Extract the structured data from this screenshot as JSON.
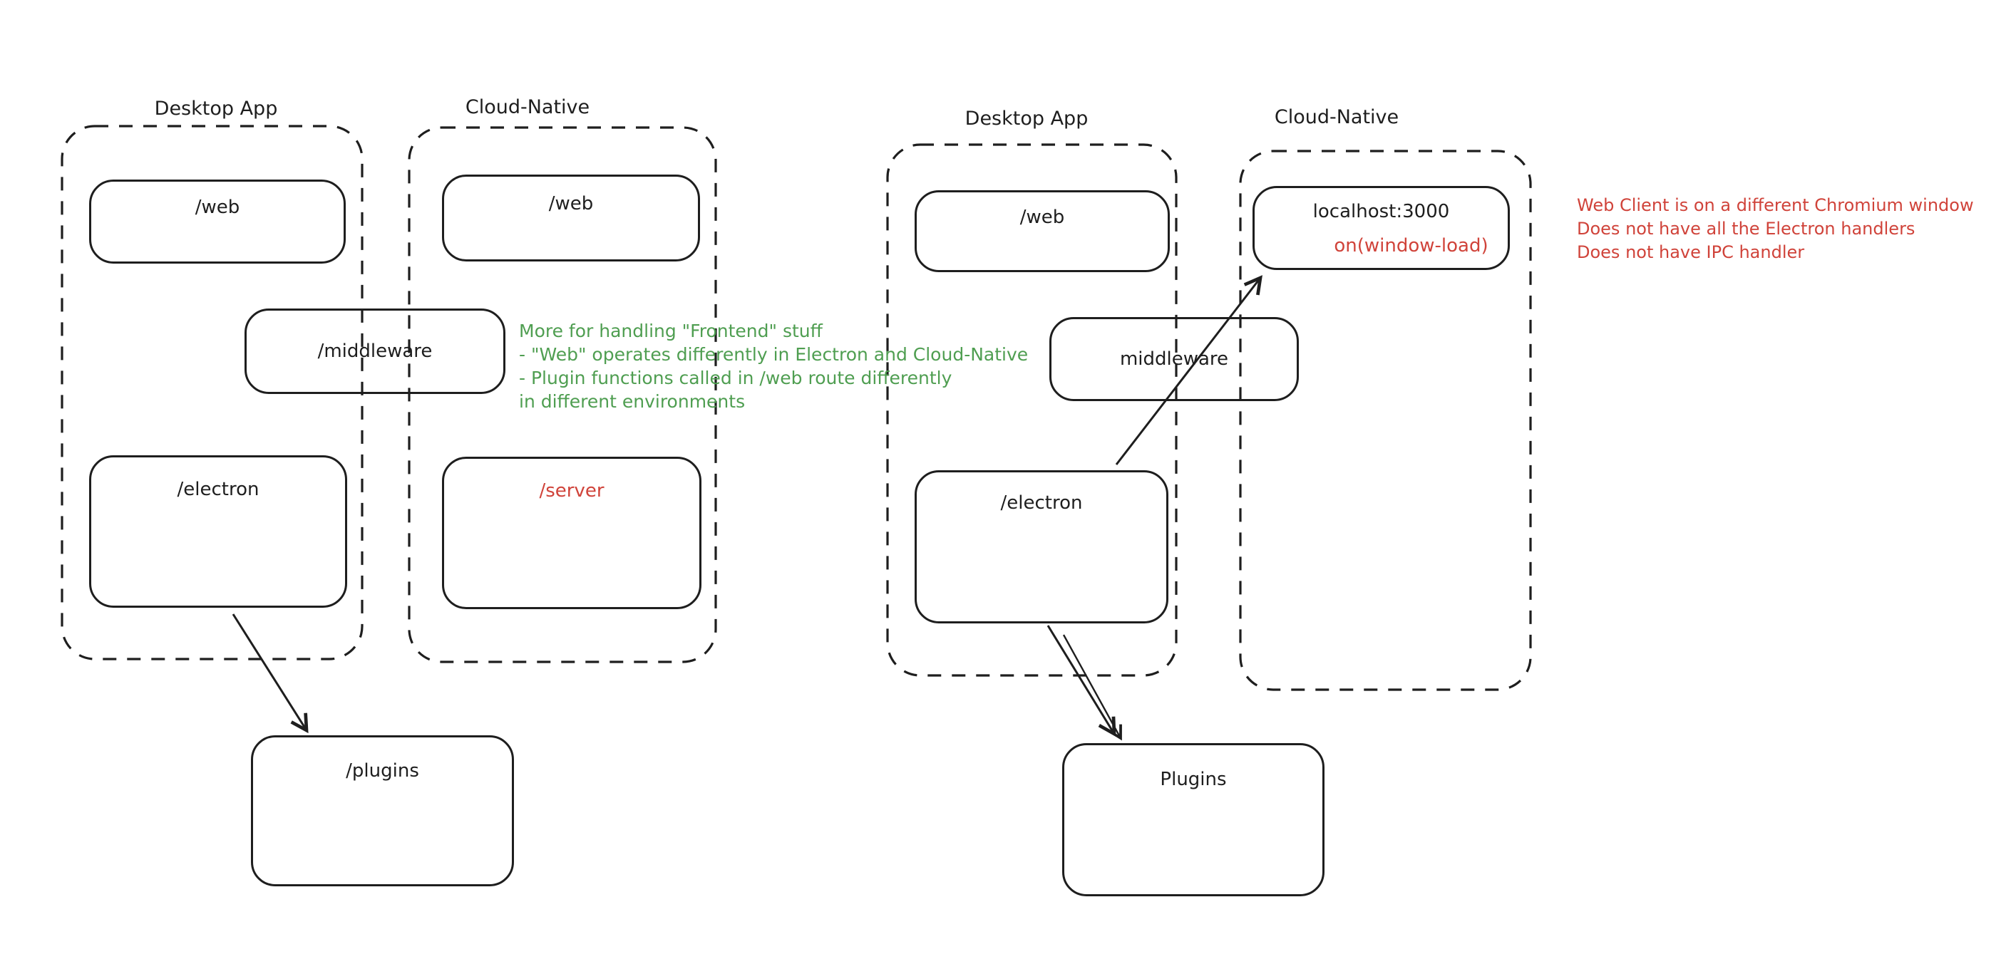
{
  "colors": {
    "ink": "#1e1e1e",
    "red": "#d0433a",
    "green": "#4f9e51",
    "background": "#ffffff"
  },
  "left": {
    "desktop_title": "Desktop App",
    "cloud_title": "Cloud-Native",
    "web_desktop_label": "/web",
    "web_cloud_label": "/web",
    "middleware_label": "/middleware",
    "electron_label": "/electron",
    "server_label": "/server",
    "plugins_label": "/plugins",
    "note": {
      "lines": [
        "More for handling \"Frontend\" stuff",
        "- \"Web\" operates differently in Electron and Cloud-Native",
        "- Plugin functions called in /web route differently",
        "in different environments"
      ]
    }
  },
  "right": {
    "desktop_title": "Desktop App",
    "cloud_title": "Cloud-Native",
    "web_label": "/web",
    "localhost_label": "localhost:3000",
    "window_load_label": "on(window-load)",
    "middleware_label": "middleware",
    "electron_label": "/electron",
    "plugins_label": "Plugins",
    "note": {
      "lines": [
        "Web Client is on a different Chromium window",
        "Does not have all the Electron handlers",
        "Does not have IPC handler"
      ]
    }
  }
}
